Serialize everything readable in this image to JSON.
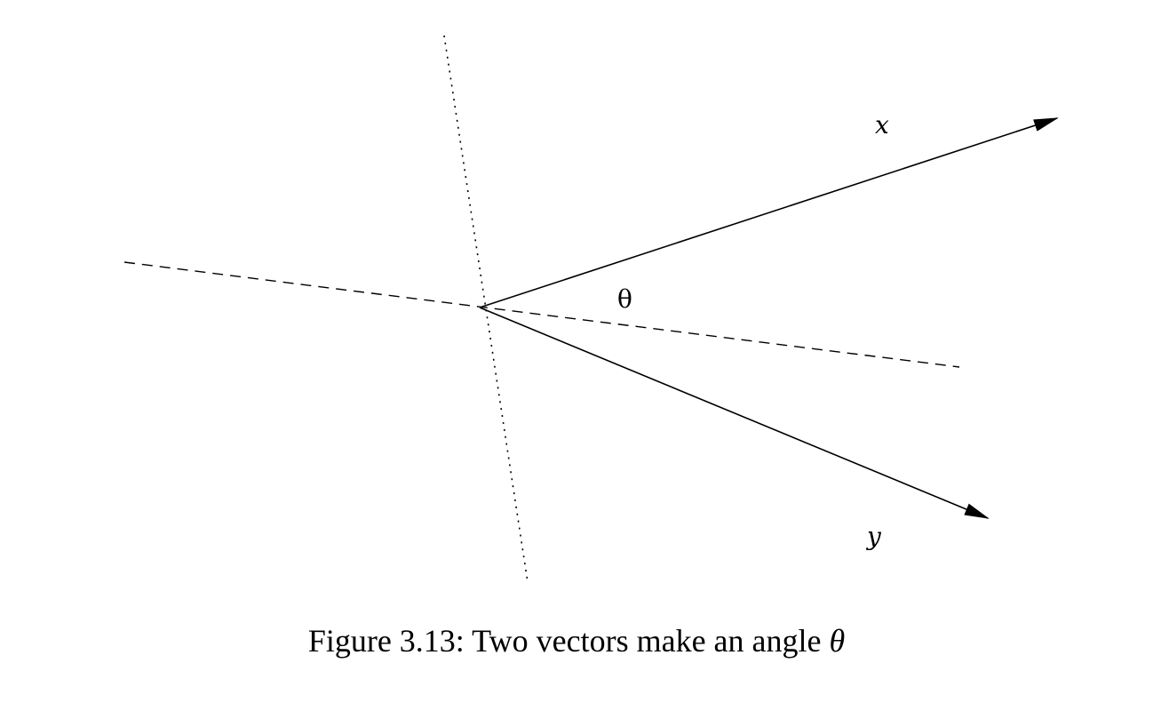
{
  "figure": {
    "labels": {
      "x": "x",
      "y": "y",
      "angle": "θ"
    },
    "caption": {
      "text": "Figure 3.13: Two vectors make an angle",
      "symbol": "θ"
    },
    "colors": {
      "stroke": "#000000",
      "background": "#ffffff"
    }
  }
}
